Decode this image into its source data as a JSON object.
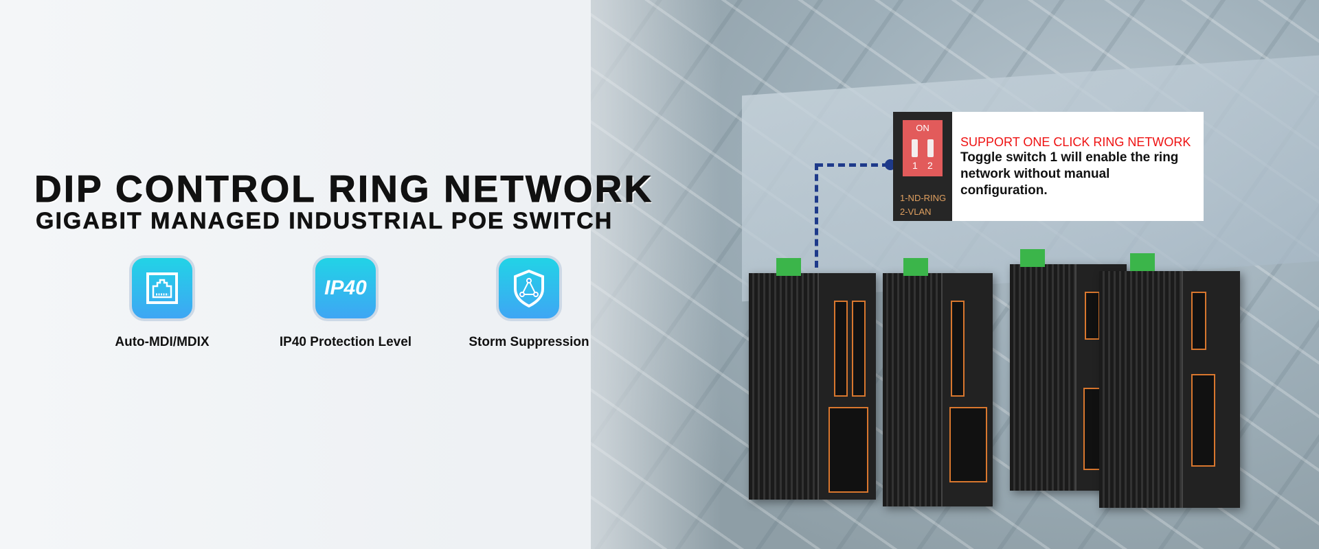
{
  "headline": "DIP CONTROL RING NETWORK",
  "subheadline": "GIGABIT MANAGED INDUSTRIAL POE SWITCH",
  "features": [
    {
      "icon": "ethernet-port-icon",
      "label": "Auto-MDI/MDIX"
    },
    {
      "icon": "ip40-icon",
      "icon_text": "IP40",
      "label": "IP40 Protection Level"
    },
    {
      "icon": "shield-network-icon",
      "label": "Storm Suppression"
    }
  ],
  "callout": {
    "dip_on": "ON",
    "dip_num1": "1",
    "dip_num2": "2",
    "dip_legend1": "1-ND-RING",
    "dip_legend2": "2-VLAN",
    "title": "SUPPORT ONE CLICK RING NETWORK",
    "body": "Toggle switch 1 will enable the ring network without manual configuration."
  },
  "colors": {
    "accent_red": "#ee1111",
    "icon_gradient_top": "#22d3e6",
    "icon_gradient_bottom": "#3ea6f4",
    "connector": "#1e3a8a"
  }
}
